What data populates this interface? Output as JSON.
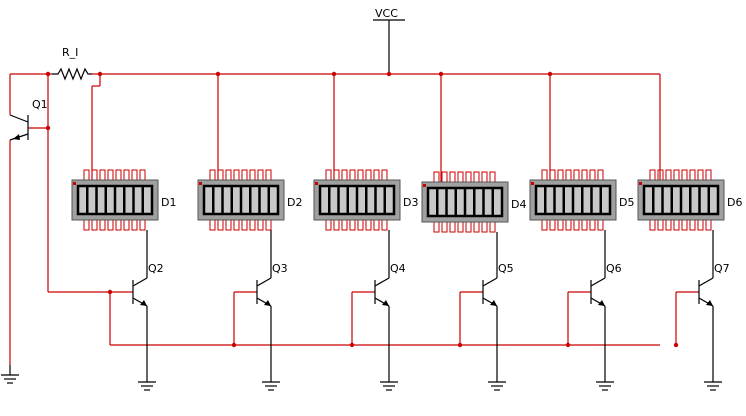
{
  "power_label": "VCC",
  "resistor_label": "R_I",
  "source_transistor_label": "Q1",
  "displays": [
    {
      "label": "D1",
      "driver": "Q2"
    },
    {
      "label": "D2",
      "driver": "Q3"
    },
    {
      "label": "D3",
      "driver": "Q4"
    },
    {
      "label": "D4",
      "driver": "Q5"
    },
    {
      "label": "D5",
      "driver": "Q6"
    },
    {
      "label": "D6",
      "driver": "Q7"
    }
  ],
  "colors": {
    "wire": "#cc0000",
    "component": "#000000",
    "display_body": "#a0a0a0",
    "display_segment": "#c8c8c8"
  },
  "icons": {
    "ground": "ground-symbol-icon",
    "resistor": "resistor-icon",
    "transistor": "npn-transistor-icon",
    "display": "bar-graph-display-icon"
  }
}
